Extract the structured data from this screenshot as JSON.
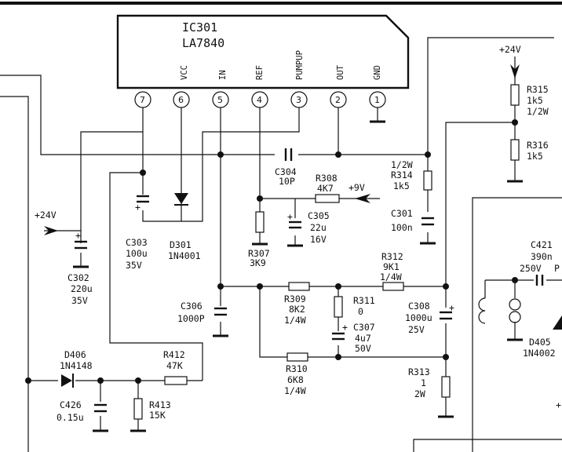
{
  "ic": {
    "ref": "IC301",
    "part": "LA7840"
  },
  "pins": [
    {
      "num": "7",
      "name": ""
    },
    {
      "num": "6",
      "name": "VCC"
    },
    {
      "num": "5",
      "name": "IN"
    },
    {
      "num": "4",
      "name": "REF"
    },
    {
      "num": "3",
      "name": "PUMPUP"
    },
    {
      "num": "2",
      "name": "OUT"
    },
    {
      "num": "1",
      "name": "GND"
    }
  ],
  "supplies": {
    "left": "+24V",
    "right": "+24V",
    "mid": "+9V"
  },
  "components": {
    "c304": [
      "C304",
      "10P"
    ],
    "r308": [
      "R308",
      "4K7"
    ],
    "r314": [
      "1/2W",
      "R314",
      "1k5"
    ],
    "r315": [
      "R315",
      "1k5",
      "1/2W"
    ],
    "r316": [
      "R316",
      "1k5"
    ],
    "c301": [
      "C301",
      "100n"
    ],
    "c305": [
      "C305",
      "22u",
      "16V"
    ],
    "r307": [
      "R307",
      "3K9"
    ],
    "c303": [
      "C303",
      "100u",
      "35V"
    ],
    "d301": [
      "D301",
      "1N4001"
    ],
    "c302": [
      "C302",
      "220u",
      "35V"
    ],
    "c306": [
      "C306",
      "1000P"
    ],
    "r309": [
      "R309",
      "8K2",
      "1/4W"
    ],
    "r311": [
      "R311",
      "0"
    ],
    "c307": [
      "C307",
      "4u7",
      "50V"
    ],
    "r312": [
      "R312",
      "9K1",
      "1/4W"
    ],
    "c308": [
      "C308",
      "1000u",
      "25V"
    ],
    "r310": [
      "R310",
      "6K8",
      "1/4W"
    ],
    "r313": [
      "R313",
      "1",
      "2W"
    ],
    "d406": [
      "D406",
      "1N4148"
    ],
    "r412": [
      "R412",
      "47K"
    ],
    "c426": [
      "C426",
      "0.15u"
    ],
    "r413": [
      "R413",
      "15K"
    ],
    "c421": [
      "C421",
      "390n",
      "250V"
    ],
    "d405": [
      "D405",
      "1N4002"
    ]
  },
  "fragments": {
    "p": "P",
    "plus": "+"
  }
}
